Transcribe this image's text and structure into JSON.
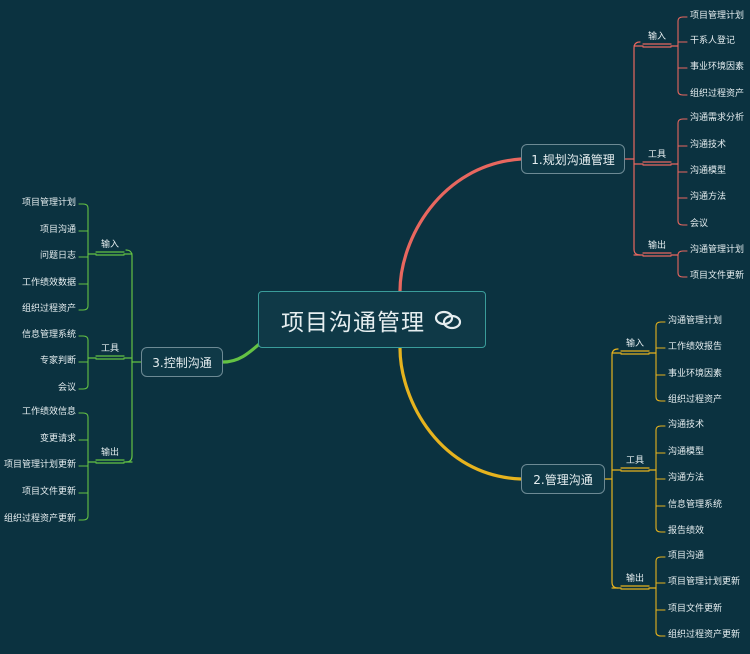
{
  "root": {
    "title": "项目沟通管理",
    "icon": "link-icon"
  },
  "colors": {
    "background": "#0b3240",
    "plan": "#e8675f",
    "manage": "#e6b31e",
    "control": "#64c244",
    "text": "#e6eef0"
  },
  "branches": [
    {
      "id": "plan",
      "label": "1.规划沟通管理",
      "groups": [
        {
          "label": "输入",
          "items": [
            "项目管理计划",
            "干系人登记",
            "事业环境因素",
            "组织过程资产"
          ]
        },
        {
          "label": "工具",
          "items": [
            "沟通需求分析",
            "沟通技术",
            "沟通模型",
            "沟通方法",
            "会议"
          ]
        },
        {
          "label": "输出",
          "items": [
            "沟通管理计划",
            "项目文件更新"
          ]
        }
      ]
    },
    {
      "id": "manage",
      "label": "2.管理沟通",
      "groups": [
        {
          "label": "输入",
          "items": [
            "沟通管理计划",
            "工作绩效报告",
            "事业环境因素",
            "组织过程资产"
          ]
        },
        {
          "label": "工具",
          "items": [
            "沟通技术",
            "沟通模型",
            "沟通方法",
            "信息管理系统",
            "报告绩效"
          ]
        },
        {
          "label": "输出",
          "items": [
            "项目沟通",
            "项目管理计划更新",
            "项目文件更新",
            "组织过程资产更新"
          ]
        }
      ]
    },
    {
      "id": "control",
      "label": "3.控制沟通",
      "groups": [
        {
          "label": "输入",
          "items": [
            "项目管理计划",
            "项目沟通",
            "问题日志",
            "工作绩效数据",
            "组织过程资产"
          ]
        },
        {
          "label": "工具",
          "items": [
            "信息管理系统",
            "专家判断",
            "会议"
          ]
        },
        {
          "label": "输出",
          "items": [
            "工作绩效信息",
            "变更请求",
            "项目管理计划更新",
            "项目文件更新",
            "组织过程资产更新"
          ]
        }
      ]
    }
  ]
}
